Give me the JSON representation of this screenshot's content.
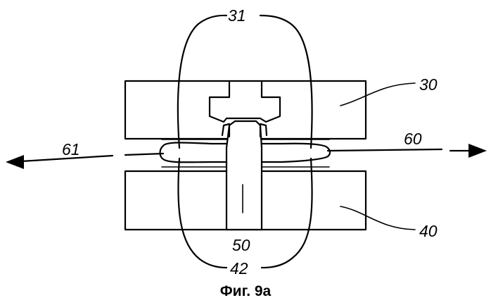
{
  "figure": {
    "caption": "Фиг. 9а",
    "labels": {
      "upper_loop": "31",
      "upper_block": "30",
      "lower_block": "40",
      "center_post": "50",
      "lower_loop": "42",
      "right_arrow": "60",
      "left_arrow": "61"
    }
  }
}
